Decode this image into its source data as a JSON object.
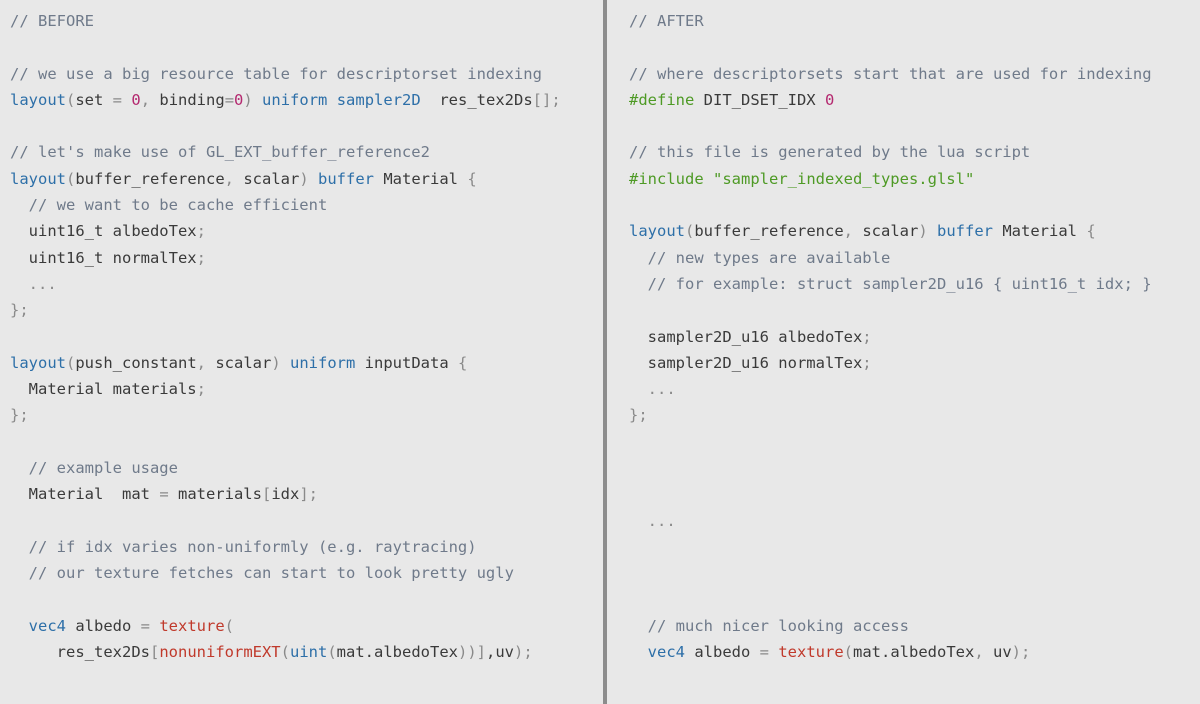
{
  "colors": {
    "background": "#e8e8e8",
    "divider": "#8c8c8c",
    "comment": "#6f7a8a",
    "keyword": "#2d6fa8",
    "number": "#b4286f",
    "preprocessor": "#4e9a25",
    "string": "#4e9a25",
    "function": "#c0392b",
    "punctuation": "#8a8a8a",
    "text": "#3a3a3a"
  },
  "left": {
    "lines": [
      [
        [
          "comment",
          "// BEFORE"
        ]
      ],
      [],
      [
        [
          "comment",
          "// we use a big resource table for descriptorset indexing"
        ]
      ],
      [
        [
          "kw",
          "layout"
        ],
        [
          "punct",
          "("
        ],
        [
          "plain",
          "set "
        ],
        [
          "punct",
          "= "
        ],
        [
          "num",
          "0"
        ],
        [
          "punct",
          ", "
        ],
        [
          "plain",
          "binding"
        ],
        [
          "punct",
          "="
        ],
        [
          "num",
          "0"
        ],
        [
          "punct",
          ") "
        ],
        [
          "kw",
          "uniform sampler2D"
        ],
        [
          "plain",
          "  res_tex2Ds"
        ],
        [
          "punct",
          "[];"
        ]
      ],
      [],
      [
        [
          "comment",
          "// let's make use of GL_EXT_buffer_reference2"
        ]
      ],
      [
        [
          "kw",
          "layout"
        ],
        [
          "punct",
          "("
        ],
        [
          "plain",
          "buffer_reference"
        ],
        [
          "punct",
          ", "
        ],
        [
          "plain",
          "scalar"
        ],
        [
          "punct",
          ") "
        ],
        [
          "kw",
          "buffer"
        ],
        [
          "plain",
          " Material "
        ],
        [
          "punct",
          "{"
        ]
      ],
      [
        [
          "comment",
          "  // we want to be cache efficient"
        ]
      ],
      [
        [
          "plain",
          "  uint16_t albedoTex"
        ],
        [
          "punct",
          ";"
        ]
      ],
      [
        [
          "plain",
          "  uint16_t normalTex"
        ],
        [
          "punct",
          ";"
        ]
      ],
      [
        [
          "punct",
          "  ..."
        ]
      ],
      [
        [
          "punct",
          "};"
        ]
      ],
      [],
      [
        [
          "kw",
          "layout"
        ],
        [
          "punct",
          "("
        ],
        [
          "plain",
          "push_constant"
        ],
        [
          "punct",
          ", "
        ],
        [
          "plain",
          "scalar"
        ],
        [
          "punct",
          ") "
        ],
        [
          "kw",
          "uniform"
        ],
        [
          "plain",
          " inputData "
        ],
        [
          "punct",
          "{"
        ]
      ],
      [
        [
          "plain",
          "  Material materials"
        ],
        [
          "punct",
          ";"
        ]
      ],
      [
        [
          "punct",
          "};"
        ]
      ],
      [],
      [
        [
          "comment",
          "  // example usage"
        ]
      ],
      [
        [
          "plain",
          "  Material  mat "
        ],
        [
          "punct",
          "= "
        ],
        [
          "plain",
          "materials"
        ],
        [
          "punct",
          "["
        ],
        [
          "plain",
          "idx"
        ],
        [
          "punct",
          "];"
        ]
      ],
      [],
      [
        [
          "comment",
          "  // if idx varies non-uniformly (e.g. raytracing)"
        ]
      ],
      [
        [
          "comment",
          "  // our texture fetches can start to look pretty ugly"
        ]
      ],
      [],
      [
        [
          "kw",
          "  vec4"
        ],
        [
          "plain",
          " albedo "
        ],
        [
          "punct",
          "= "
        ],
        [
          "fn",
          "texture"
        ],
        [
          "punct",
          "("
        ]
      ],
      [
        [
          "plain",
          "     res_tex2Ds"
        ],
        [
          "punct",
          "["
        ],
        [
          "fn",
          "nonuniformEXT"
        ],
        [
          "punct",
          "("
        ],
        [
          "kw",
          "uint"
        ],
        [
          "punct",
          "("
        ],
        [
          "plain",
          "mat.albedoTex"
        ],
        [
          "punct",
          "))]"
        ],
        [
          "plain",
          ",uv"
        ],
        [
          "punct",
          ");"
        ]
      ]
    ]
  },
  "right": {
    "lines": [
      [
        [
          "comment",
          "// AFTER"
        ]
      ],
      [],
      [
        [
          "comment",
          "// where descriptorsets start that are used for indexing"
        ]
      ],
      [
        [
          "pre",
          "#define"
        ],
        [
          "plain",
          " DIT_DSET_IDX "
        ],
        [
          "num",
          "0"
        ]
      ],
      [],
      [
        [
          "comment",
          "// this file is generated by the lua script"
        ]
      ],
      [
        [
          "pre",
          "#include "
        ],
        [
          "str",
          "\"sampler_indexed_types.glsl\""
        ]
      ],
      [],
      [
        [
          "kw",
          "layout"
        ],
        [
          "punct",
          "("
        ],
        [
          "plain",
          "buffer_reference"
        ],
        [
          "punct",
          ", "
        ],
        [
          "plain",
          "scalar"
        ],
        [
          "punct",
          ") "
        ],
        [
          "kw",
          "buffer"
        ],
        [
          "plain",
          " Material "
        ],
        [
          "punct",
          "{"
        ]
      ],
      [
        [
          "comment",
          "  // new types are available"
        ]
      ],
      [
        [
          "comment",
          "  // for example: struct sampler2D_u16 { uint16_t idx; }"
        ]
      ],
      [],
      [
        [
          "plain",
          "  sampler2D_u16 albedoTex"
        ],
        [
          "punct",
          ";"
        ]
      ],
      [
        [
          "plain",
          "  sampler2D_u16 normalTex"
        ],
        [
          "punct",
          ";"
        ]
      ],
      [
        [
          "punct",
          "  ..."
        ]
      ],
      [
        [
          "punct",
          "};"
        ]
      ],
      [],
      [],
      [],
      [
        [
          "punct",
          "  ..."
        ]
      ],
      [],
      [],
      [],
      [
        [
          "comment",
          "  // much nicer looking access"
        ]
      ],
      [
        [
          "kw",
          "  vec4"
        ],
        [
          "plain",
          " albedo "
        ],
        [
          "punct",
          "= "
        ],
        [
          "fn",
          "texture"
        ],
        [
          "punct",
          "("
        ],
        [
          "plain",
          "mat.albedoTex"
        ],
        [
          "punct",
          ", "
        ],
        [
          "plain",
          "uv"
        ],
        [
          "punct",
          ");"
        ]
      ]
    ]
  }
}
